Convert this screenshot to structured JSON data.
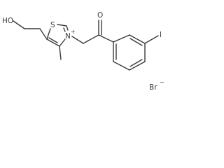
{
  "molecule": {
    "atoms": {
      "hydroxyl": "HO",
      "sulfur": "S",
      "nitrogen": "N",
      "nitrogen_charge": "+",
      "carbonyl_oxygen": "O",
      "iodine": "I",
      "bromide": "Br",
      "bromide_charge": "−"
    }
  }
}
